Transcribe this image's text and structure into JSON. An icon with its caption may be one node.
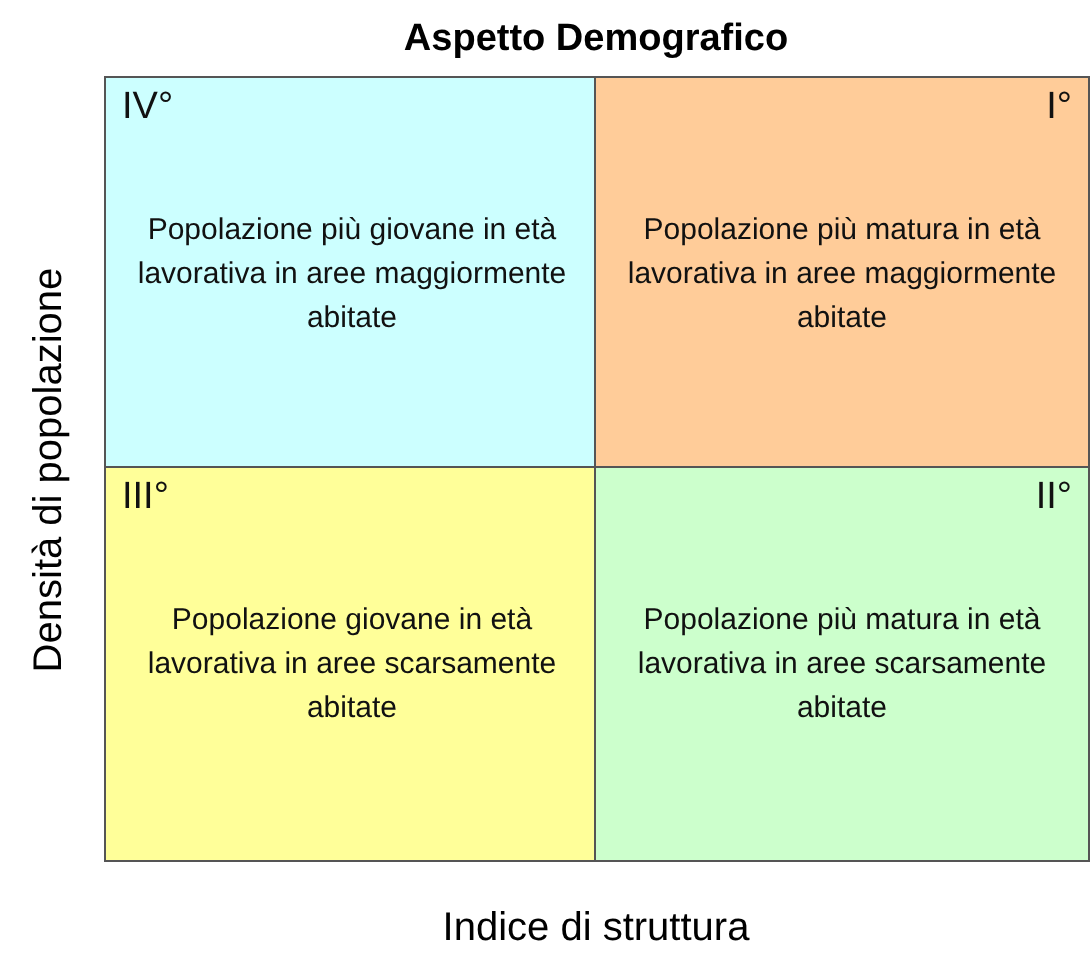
{
  "diagram": {
    "title": "Aspetto Demografico",
    "nodes": [
      {
        "text": [
          "IV°",
          "Popolazione più giovane in età lavorativa in aree maggiormente abitate"
        ]
      },
      {
        "text": [
          "I°",
          "Popolazione più matura in età lavorativa in aree maggiormente abitate"
        ]
      },
      {
        "text": [
          "III°",
          "Popolazione giovane in età lavorativa in aree scarsamente abitate"
        ]
      },
      {
        "text": [
          "II°",
          "Popolazione più matura in età lavorativa in aree scarsamente abitate"
        ]
      }
    ],
    "labels": [
      "Densità di popolazione",
      "Indice di struttura"
    ]
  }
}
